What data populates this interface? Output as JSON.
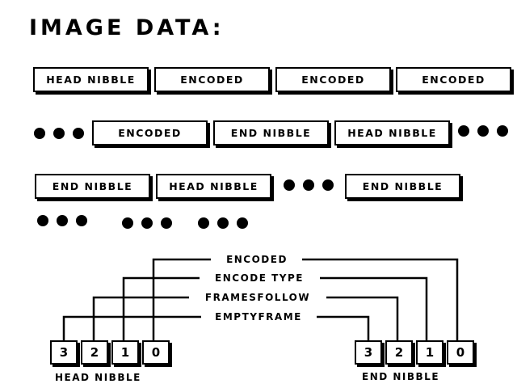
{
  "title": "IMAGE DATA:",
  "row1": [
    "HEAD NIBBLE",
    "ENCODED",
    "ENCODED",
    "ENCODED"
  ],
  "row2": [
    "ENCODED",
    "END NIBBLE",
    "HEAD NIBBLE"
  ],
  "row3": [
    "END NIBBLE",
    "HEAD NIBBLE",
    "END NIBBLE"
  ],
  "wire_labels": {
    "encoded": "ENCODED",
    "encode_type": "ENCODE TYPE",
    "framesfollow": "FRAMESFOLLOW",
    "emptyframe": "EMPTYFRAME"
  },
  "head_nibble": {
    "bits": [
      "3",
      "2",
      "1",
      "0"
    ],
    "caption": "HEAD NIBBLE"
  },
  "end_nibble": {
    "bits": [
      "3",
      "2",
      "1",
      "0"
    ],
    "caption": "END NIBBLE"
  }
}
